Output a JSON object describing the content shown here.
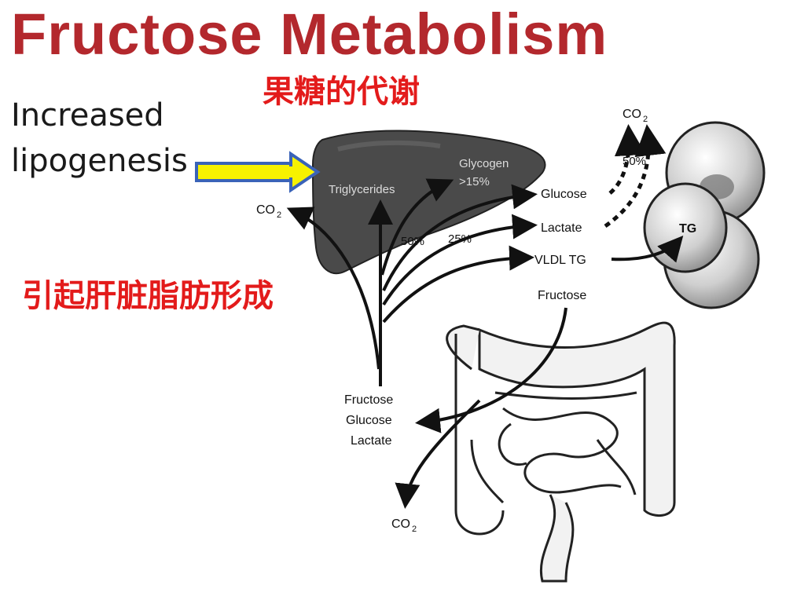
{
  "title": "Fructose Metabolism",
  "subtitle_cn": "果糖的代谢",
  "annotation_cn": "引起肝脏脂肪形成",
  "left_note": {
    "line1": "Increased",
    "line2": "lipogenesis"
  },
  "labels": {
    "triglycerides": "Triglycerides",
    "glycogen": "Glycogen",
    "glycogen_pct": ">15%",
    "co2": "CO",
    "co2_sub": "2",
    "pct_50": "50%",
    "pct_25": "25%",
    "glucose": "Glucose",
    "lactate": "Lactate",
    "vldl_tg": "VLDL TG",
    "tg": "TG",
    "fructose_top": "Fructose",
    "gut_fructose": "Fructose",
    "gut_glucose": "Glucose",
    "gut_lactate": "Lactate",
    "top_right_pct": "50%"
  },
  "colors": {
    "title": "#b3282d",
    "chinese_red": "#e31b1b",
    "arrow_fill": "#f7f200",
    "arrow_border": "#3a63b8",
    "liver": "#4a4a4a",
    "ink": "#111111"
  }
}
